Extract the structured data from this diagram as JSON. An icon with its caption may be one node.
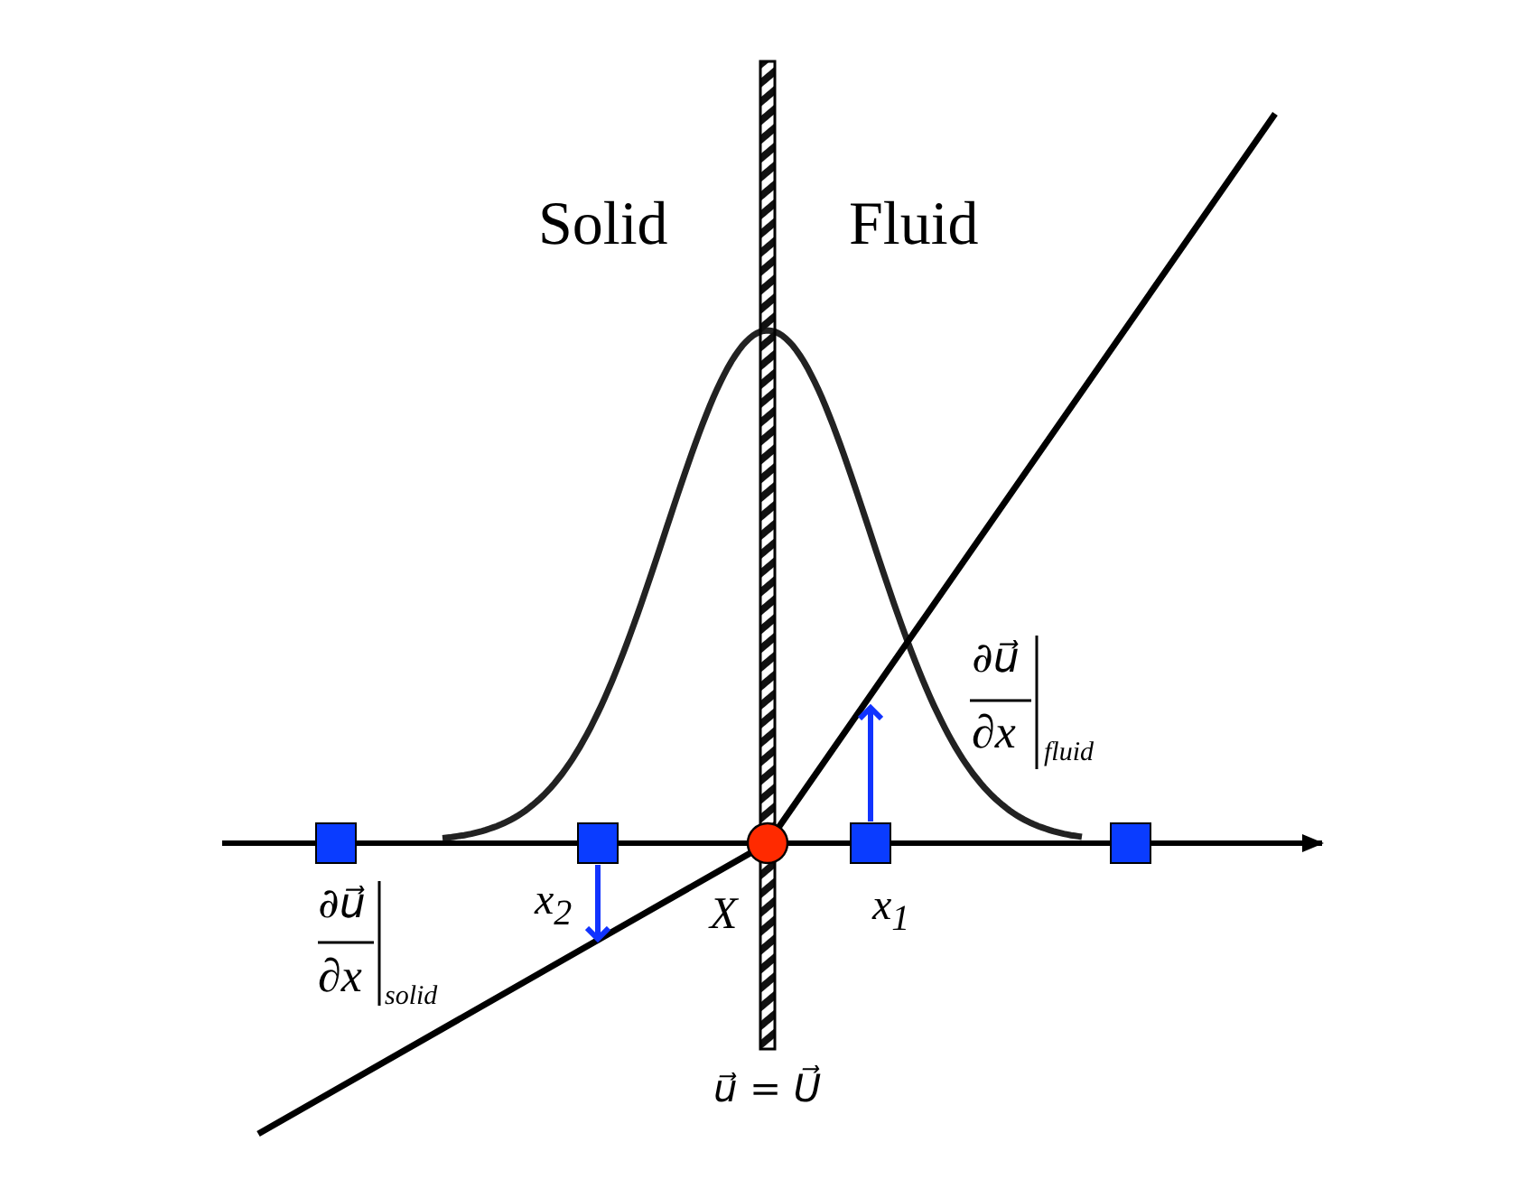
{
  "diagram": {
    "labels": [
      "Solid",
      "Fluid",
      "∂u⃗",
      "∂x",
      "fluid",
      "∂u⃗",
      "x$_{2}$",
      "X",
      "x$_{1}$",
      "∂x",
      "solid",
      "u⃗ = U⃗"
    ]
  }
}
